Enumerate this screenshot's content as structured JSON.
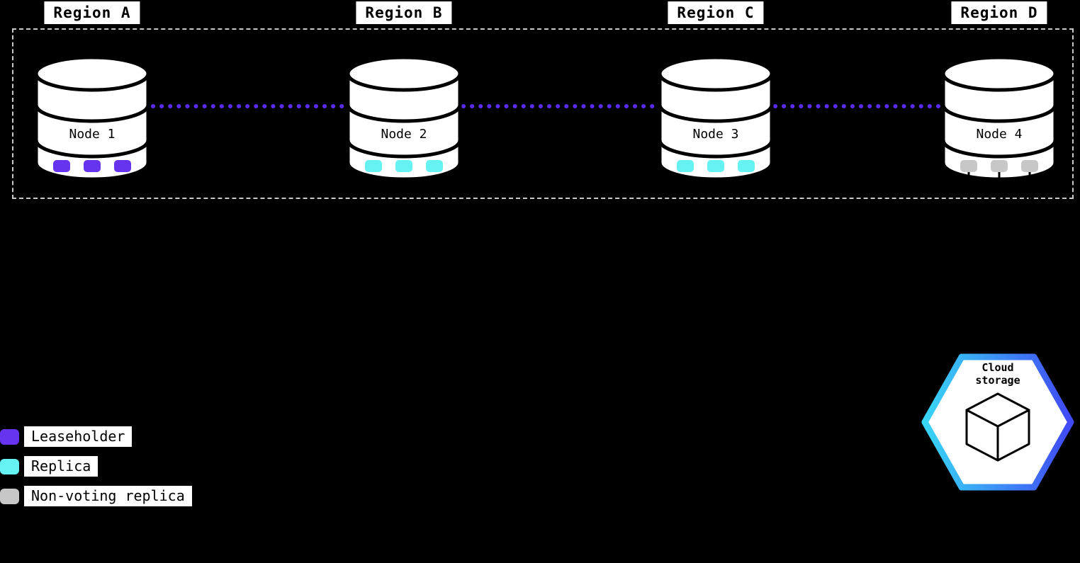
{
  "regions": [
    {
      "label": "Region A"
    },
    {
      "label": "Region B"
    },
    {
      "label": "Region C"
    },
    {
      "label": "Region D"
    }
  ],
  "nodes": [
    {
      "label": "Node 1",
      "color": "#6633ee"
    },
    {
      "label": "Node 2",
      "color": "#66f2f2"
    },
    {
      "label": "Node 3",
      "color": "#66f2f2"
    },
    {
      "label": "Node 4",
      "color": "#c7c7c7"
    }
  ],
  "legend": {
    "items": [
      {
        "label": "Leaseholder",
        "color": "#6633ee"
      },
      {
        "label": "Replica",
        "color": "#66f2f2"
      },
      {
        "label": "Non-voting replica",
        "color": "#c7c7c7"
      }
    ]
  },
  "cloud_storage": {
    "line1": "Cloud",
    "line2": "storage"
  },
  "colors": {
    "connector": "#5b2bf0",
    "hex_border_start": "#38d6f5",
    "hex_border_end": "#4149f5"
  }
}
